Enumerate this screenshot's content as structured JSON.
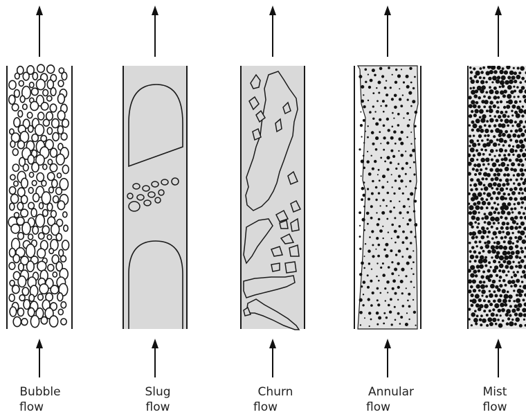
{
  "regimes": [
    {
      "line1": "Bubble",
      "line2": "flow"
    },
    {
      "line1": "Slug",
      "line2": "flow"
    },
    {
      "line1": "Churn",
      "line2": "flow"
    },
    {
      "line1": "Annular",
      "line2": "flow"
    },
    {
      "line1": "Mist",
      "line2": "flow"
    }
  ],
  "colors": {
    "liquid_fill": "#d9d9d9",
    "outline": "#1a1a1a",
    "background": "#ffffff"
  }
}
